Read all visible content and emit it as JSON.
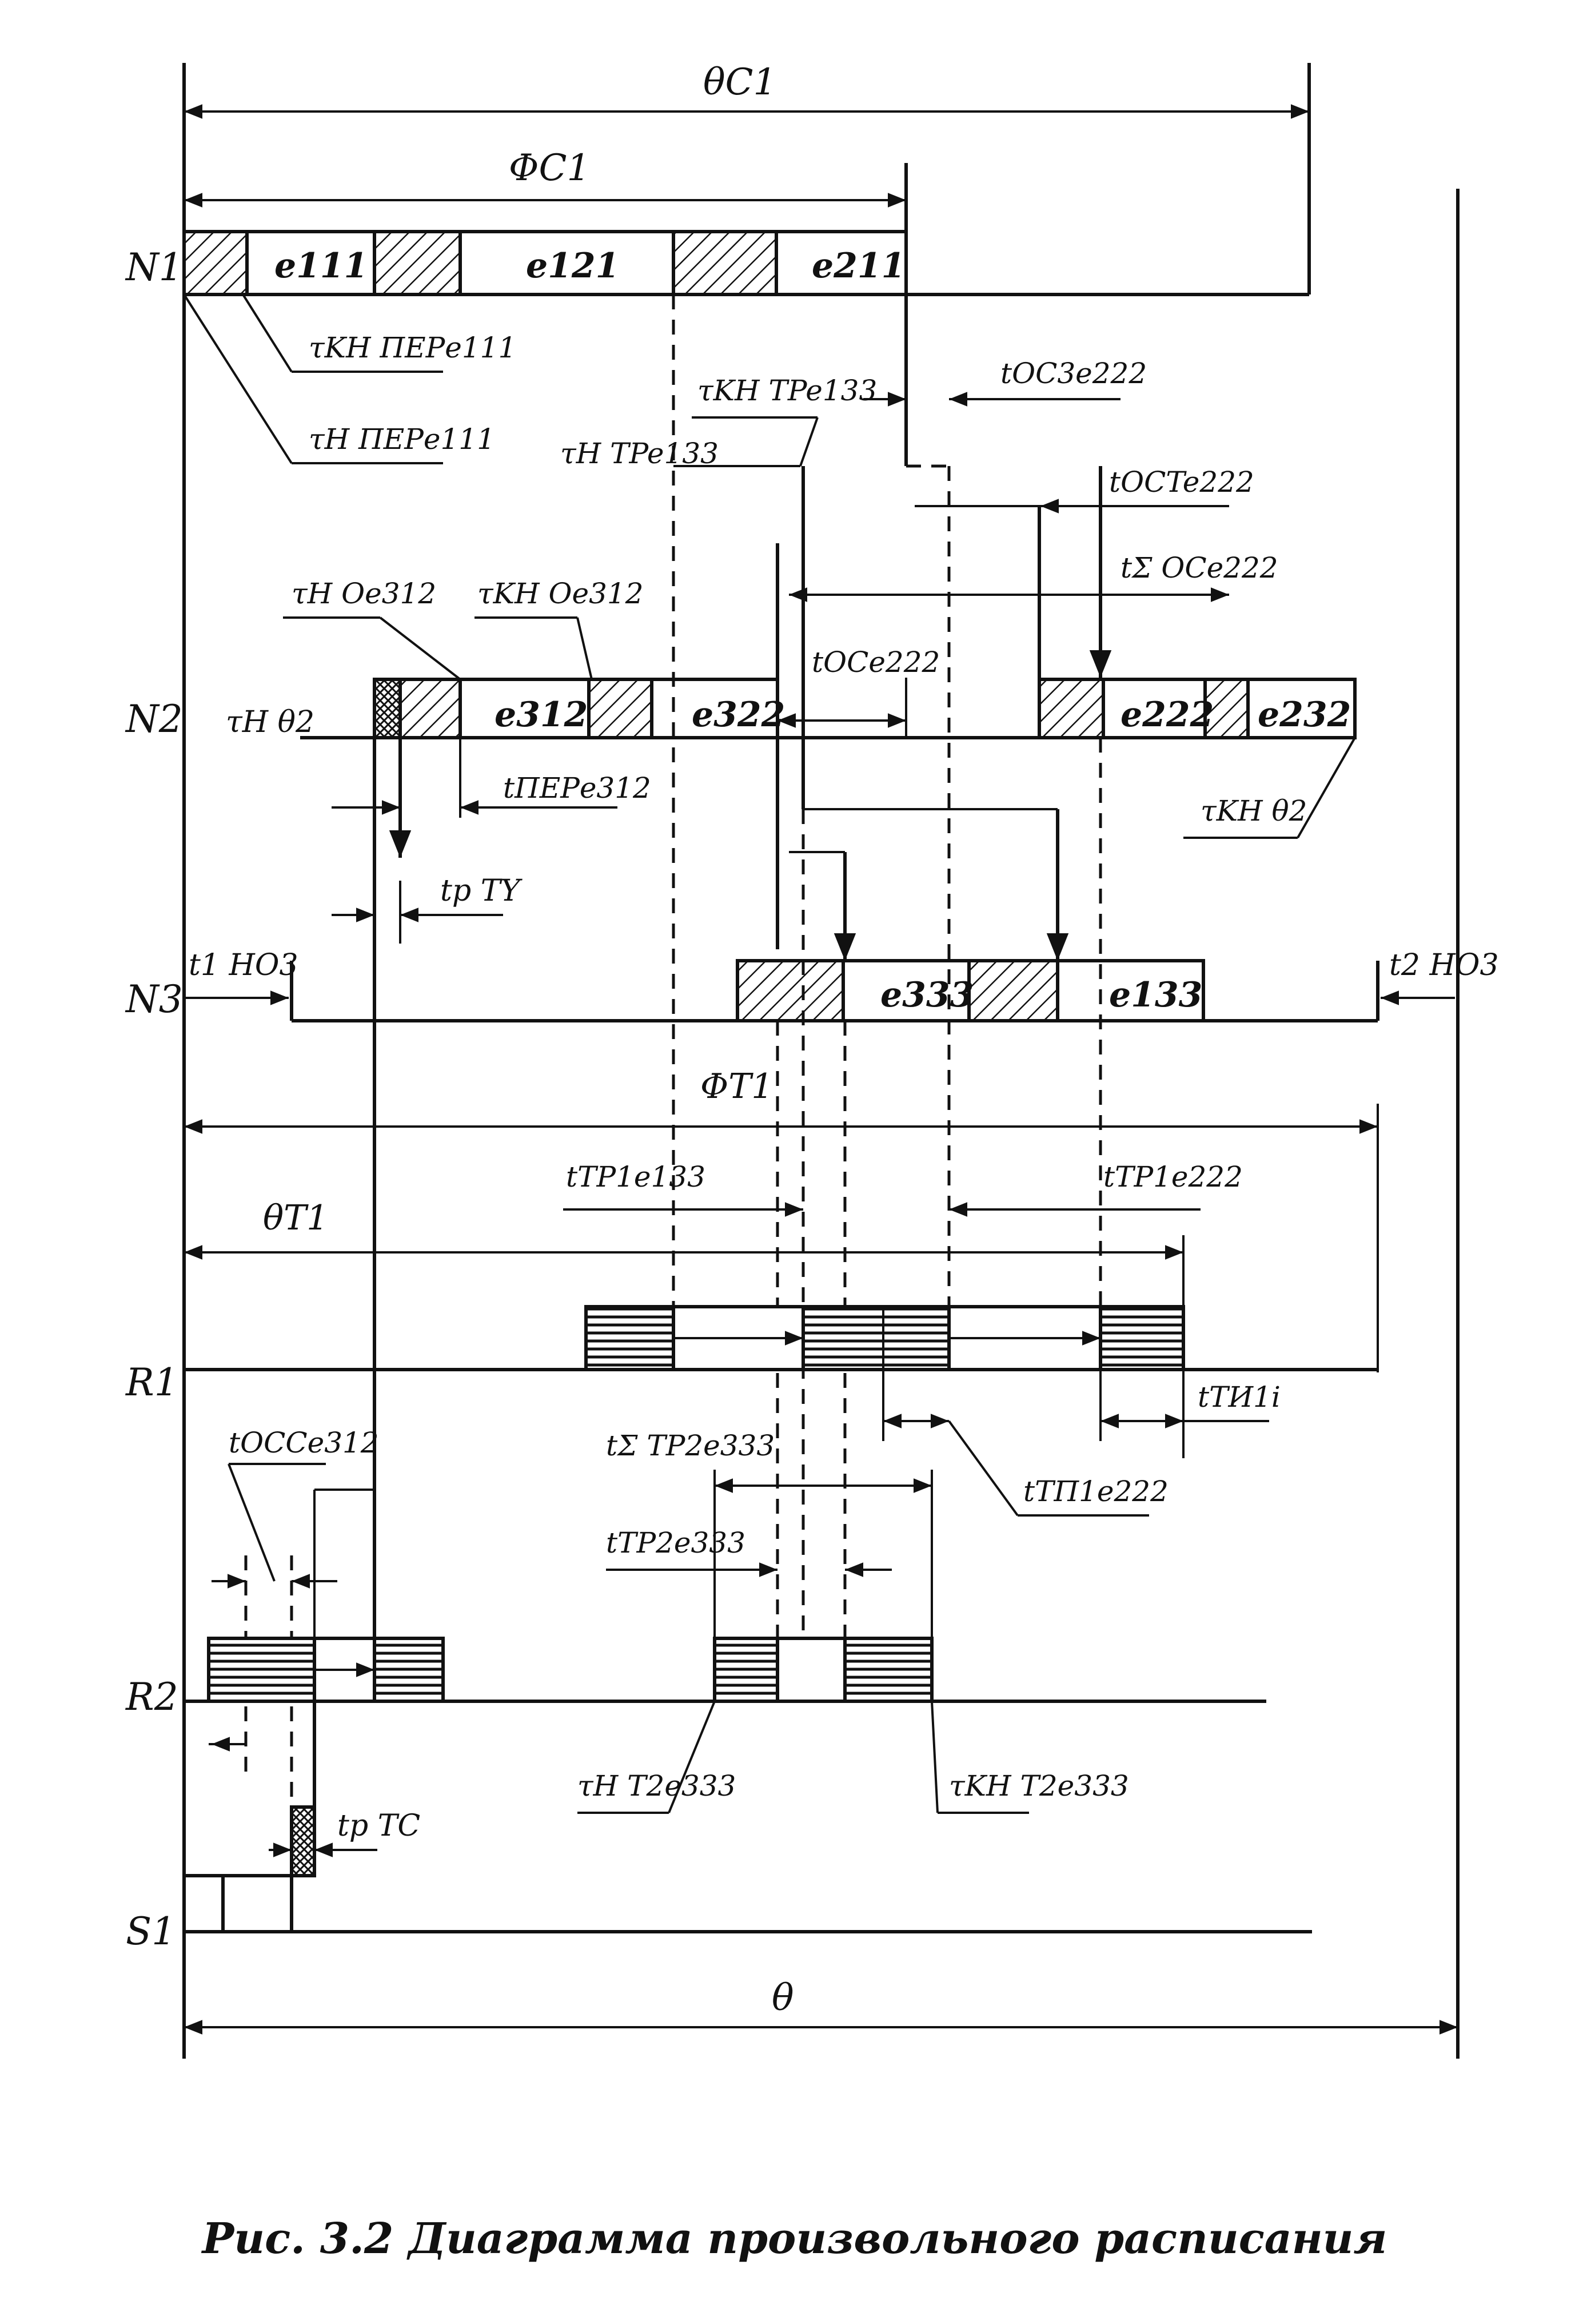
{
  "figure": {
    "caption": "Рис. 3.2 Диаграмма произвольного расписания",
    "rows": {
      "N1": "N1",
      "N2": "N2",
      "N3": "N3",
      "R1": "R1",
      "R2": "R2",
      "S1": "S1"
    },
    "tasks": {
      "e111": "e111",
      "e121": "e121",
      "e211": "e211",
      "e312": "e312",
      "e322": "e322",
      "e222": "e222",
      "e232": "e232",
      "e333": "e333",
      "e133": "e133"
    },
    "intervals": {
      "theta_c1": "θC1",
      "phi_c1": "ΦC1",
      "phi_t1": "ΦT1",
      "theta_t1": "θT1",
      "theta": "θ"
    },
    "times": {
      "tau_per_e111_kn": "τKH ПЕРe111",
      "tau_per_e111_n": "τH ПЕРe111",
      "tau_tr_e133_kn": "τKH TPe133",
      "tau_tr_e133_n": "τH TPe133",
      "t_osz_e222": "tOC3e222",
      "t_ost_e222": "tOCTe222",
      "t_os_sum_e222": "tΣ OCe222",
      "tau_o_e312_n": "τH Oe312",
      "tau_o_e312_kn": "τKH Oe312",
      "t_os_e222": "tOCe222",
      "tau_theta2_n": "τH θ2",
      "tau_theta2_kn": "τKH θ2",
      "t_per_e312": "tПЕРe312",
      "t_ty_p": "tp TY",
      "t_ho3_1": "t1 HO3",
      "t_ho3_2": "t2 HO3",
      "t_tr1_e133": "tTP1e133",
      "t_tr1_e222": "tTP1e222",
      "t_ti1i": "tTИ1i",
      "t_occ_e312": "tOCCe312",
      "t_tr2_sum_e333": "tΣ TP2e333",
      "t_tp1_e222": "tTП1e222",
      "t_tr2_e333": "tTP2e333",
      "tau_t2_e333_n": "τH T2e333",
      "tau_t2_e333_kn": "τKH T2e333",
      "t_tc_p": "tp TC"
    }
  }
}
